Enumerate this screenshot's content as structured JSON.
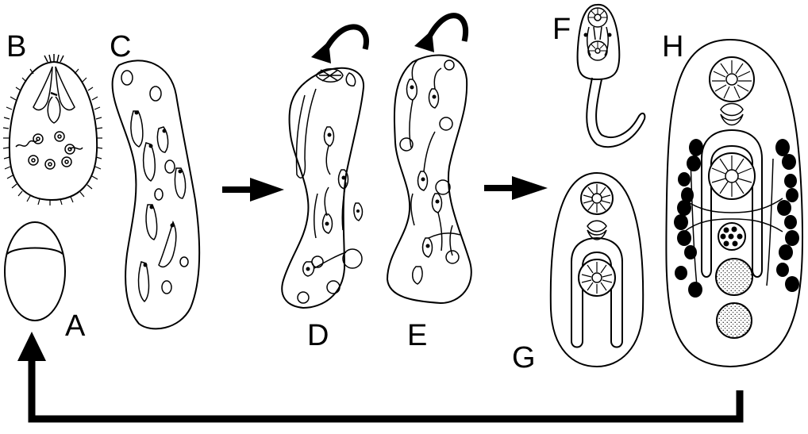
{
  "labels": {
    "a": "A",
    "b": "B",
    "c": "C",
    "d": "D",
    "e": "E",
    "f": "F",
    "g": "G",
    "h": "H"
  },
  "colors": {
    "ink": "#000000",
    "paper": "#ffffff"
  }
}
